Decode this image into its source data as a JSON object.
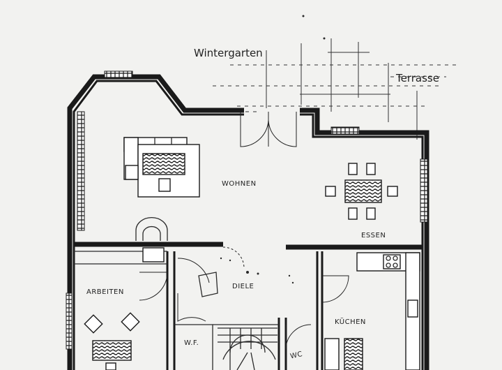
{
  "plan": {
    "labels": {
      "wintergarten": "Wintergarten",
      "terrasse": "Terrasse",
      "wohnen": "WOHNEN",
      "essen": "ESSEN",
      "arbeiten": "ARBEITEN",
      "kuchen": "KÜCHEN",
      "diele": "DIELE",
      "wf": "W.F.",
      "wc": "WC"
    }
  }
}
